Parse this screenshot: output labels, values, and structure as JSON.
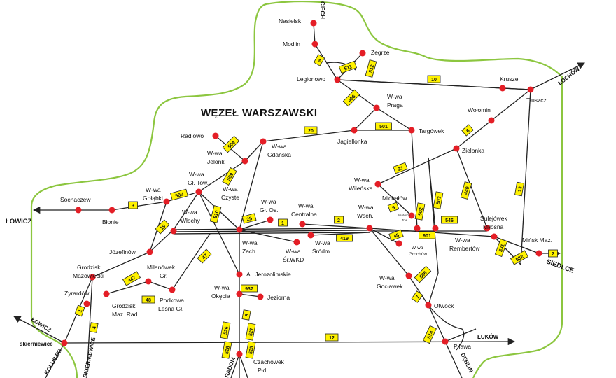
{
  "title": "WĘZEŁ WARSZAWSKI",
  "colors": {
    "border": "#8cc63f",
    "line": "#222222",
    "station": "#e41e26",
    "label_fill": "#fff200"
  },
  "stations": {
    "nasielsk": "Nasielsk",
    "modlin": "Modlin",
    "zegrze": "Zegrze",
    "legionowo": "Legionowo",
    "wwa_praga_1": "W-wa",
    "wwa_praga_2": "Praga",
    "krusze": "Krusze",
    "tluszcz": "Tłuszcz",
    "wolomin": "Wołomin",
    "zielonka": "Zielonka",
    "targowek": "Targówek",
    "jagiellonka": "Jagiellonka",
    "radiowo": "Radiowo",
    "wwa_jelonki_1": "W-wa",
    "wwa_jelonki_2": "Jelonki",
    "wwa_gdanska_1": "W-wa",
    "wwa_gdanska_2": "Gdańska",
    "wwa_gltow_1": "W-wa",
    "wwa_gltow_2": "Gł. Tow.",
    "wwa_czyste_1": "W-wa",
    "wwa_czyste_2": "Czyste",
    "wwa_glos_1": "W-wa",
    "wwa_glos_2": "Gł. Os.",
    "wwa_centralna_1": "W-wa",
    "wwa_centralna_2": "Centralna",
    "wwa_wilenska_1": "W-wa",
    "wwa_wilenska_2": "Wileńska",
    "michalow": "Michałów",
    "wwa_wsch_1": "W-wa",
    "wwa_wsch_2": "Wsch.",
    "sochaczew": "Sochaczew",
    "blonie": "Błonie",
    "wwa_golabki_1": "W-wa",
    "wwa_golabki_2": "Gołąbki",
    "wwa_wlochy_1": "W-wa",
    "wwa_wlochy_2": "Włochy",
    "wwa_zach_1": "W-wa",
    "wwa_zach_2": "Zach.",
    "wwa_srwkd_1": "W-wa",
    "wwa_srwkd_2": "Śr.WKD",
    "wwa_srodm_1": "W-wa",
    "wwa_srodm_2": "Śródm.",
    "sulejowek_1": "Sulejówek",
    "sulejowek_2": "Miłosna",
    "minsk": "Mińsk Maz.",
    "wwa_rembertow_1": "W-wa",
    "wwa_rembertow_2": "Rembertów",
    "wwa_grochow_1": "W-wa",
    "wwa_grochow_2": "Grochów",
    "wwa_wsch_pos_1": "W-Wsch.",
    "wwa_wsch_pos_2": "Tow.",
    "jozefinow": "Józefinów",
    "grodzisk_1": "Grodzisk",
    "grodzisk_2": "Mazowiecki",
    "milanowek_1": "Milanówek",
    "milanowek_2": "Gr.",
    "al_jerozolimskie": "Al. Jerozolimskie",
    "wwa_okecie_1": "W-wa",
    "wwa_okecie_2": "Okęcie",
    "jeziorna": "Jeziorna",
    "wwa_goclawek_1": "W-wa",
    "wwa_goclawek_2": "Gocławek",
    "otwock": "Otwock",
    "zyrardow": "Żyrardów",
    "grodzisk_rad_1": "Grodzisk",
    "grodzisk_rad_2": "Maz. Rad.",
    "podkowa_1": "Podkowa",
    "podkowa_2": "Leśna Gł.",
    "skierniewice": "skierniewice",
    "pilawa": "Pilawa",
    "czachowek_1": "Czachówek",
    "czachowek_2": "Płd."
  },
  "directions": {
    "ciechanow": "CIECH",
    "lochow": "ŁOCHÓW",
    "lowicz_w": "ŁOWICZ",
    "siedlce": "SIEDLCE",
    "lowicz_sw": "ŁOWICZ",
    "lukow": "ŁUKÓW",
    "koluszki": "KOLUSZKI",
    "skierniewice_dir": "SKIERNIEWICE",
    "radom": "RADOM",
    "deblin": "DĘBLIN"
  },
  "line_numbers": {
    "l9": "9",
    "l511": "511",
    "l512": "512",
    "l10": "10",
    "l456": "456",
    "l501": "501",
    "l6": "6",
    "l20": "20",
    "l504": "504",
    "l21": "21",
    "l449": "449",
    "l13": "13",
    "l3": "3",
    "l507": "507",
    "l509": "509",
    "l510": "510",
    "l25": "25",
    "l1": "1",
    "l2": "2",
    "l503": "503",
    "l502": "502",
    "l9b": "9",
    "l546": "546",
    "l2b": "2",
    "l531": "531",
    "l532": "532",
    "l19": "19",
    "l419": "419",
    "l45": "45",
    "l901": "901",
    "l447": "447",
    "l47": "47",
    "l48": "48",
    "l937": "937",
    "l8": "8",
    "l506": "506",
    "l7": "7",
    "l1b": "1",
    "l4": "4",
    "l12": "12",
    "l514": "514",
    "l526": "526",
    "l527": "527",
    "l528": "528",
    "l525": "525"
  }
}
